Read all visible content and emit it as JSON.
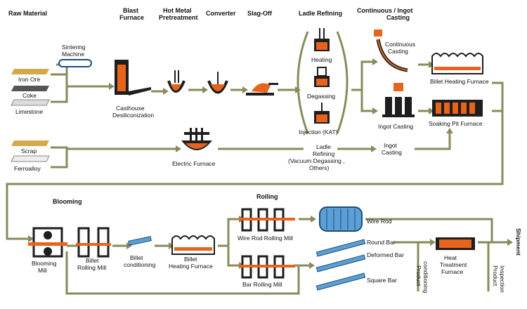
{
  "headers": {
    "raw_material": "Raw Material",
    "blast_furnace": [
      "Blast",
      "Furnace"
    ],
    "hot_metal_pretreatment": [
      "Hot Metal",
      "Pretreatment"
    ],
    "converter": "Converter",
    "slag_off": "Slag-Off",
    "ladle_refining": "Ladle Refining",
    "continuous_ingot_casting": [
      "Continuous / Ingot",
      "Casting"
    ],
    "blooming": "Blooming",
    "rolling": "Rolling"
  },
  "labels": {
    "sintering_machine": [
      "Sintering",
      "Machine"
    ],
    "iron_ore": "Iron Ore",
    "coke": "Coke",
    "limestone": "Limestone",
    "scrap": "Scrap",
    "ferroalloy": "Ferroalloy",
    "casthouse_desiliconization": [
      "Casthouse",
      "Desiliconization"
    ],
    "heating": "Heating",
    "degassing": "Degassing",
    "injection": "Injection (KAT)",
    "continuous_casting": [
      "Continuous",
      "Casting"
    ],
    "ingot_casting": "Ingot Casting",
    "billet_heating_furnace_top": "Billet Heating Furnace",
    "soaking_pit_furnace": "Soaking Pit Furnace",
    "electric_furnace": "Electric Furnace",
    "ladle_refining_vacuum": [
      "Ladle",
      "Refining",
      "(Vacuum Degassing ,",
      "Others)"
    ],
    "ingot_casting_2": [
      "Ingot",
      "Casting"
    ],
    "blooming_mill": [
      "Blooming",
      "Mill"
    ],
    "billet_rolling_mill": [
      "Billet",
      "Rolling Mill"
    ],
    "billet_conditioning": [
      "Billet",
      "conditioning"
    ],
    "billet_heating_furnace_bottom": [
      "Billet",
      "Heating Furnace"
    ],
    "wire_rod_rolling_mill": "Wire Rod Rolling Mill",
    "bar_rolling_mill": "Bar Rolling Mill",
    "wire_rod": "Wire Rod",
    "round_bar": "Round Bar",
    "deformed_bar": "Deformed Bar",
    "square_bar": "Square Bar",
    "product_conditioning": [
      "Product",
      "conditioning"
    ],
    "heat_treatment_furnace": [
      "Heat",
      "Treatment",
      "Furnace"
    ],
    "product_inspection": [
      "Product",
      "Inspection"
    ],
    "shipment": "Shipment"
  },
  "colors": {
    "flow_line": "#8a8a5c",
    "molten": "#e8641c",
    "equipment": "#1e1e1e",
    "product": "#5b9fd6"
  }
}
